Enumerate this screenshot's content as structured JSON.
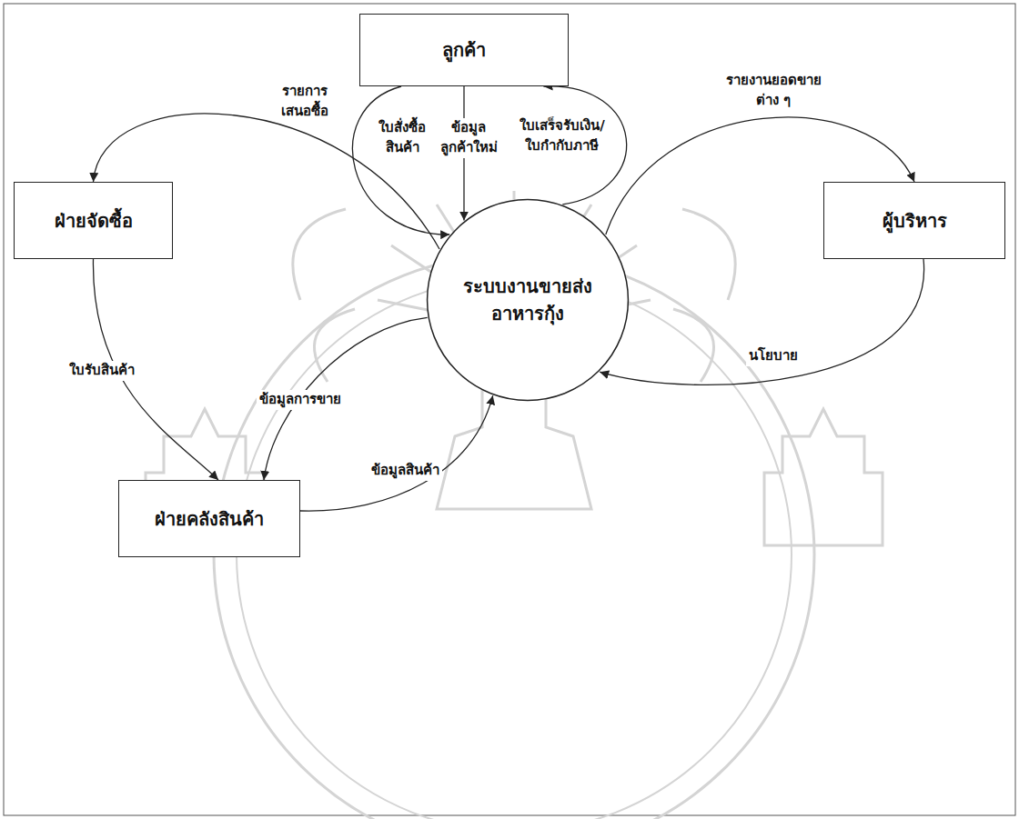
{
  "diagram": {
    "nodes": [
      {
        "text": [
          "ลูกค้า"
        ]
      },
      {
        "text": [
          "ฝ่ายจัดซื้อ"
        ]
      },
      {
        "text": [
          "ระบบงานขายส่ง อาหารกุ้ง"
        ]
      },
      {
        "text": [
          "ผู้บริหาร"
        ]
      },
      {
        "text": [
          "ฝ่ายคลังสินค้า"
        ]
      }
    ],
    "edges": [
      {
        "from": 0,
        "to": 2,
        "label": "ใบสั่งซื้อ สินค้า",
        "arrow": "to"
      },
      {
        "from": 0,
        "to": 2,
        "label": "ข้อมูล ลูกค้าใหม่",
        "arrow": "to"
      },
      {
        "from": 2,
        "to": 0,
        "label": "ใบเสร็จรับเงิน/ ใบกำกับภาษี",
        "arrow": "to"
      },
      {
        "from": 2,
        "to": 1,
        "label": "รายการ เสนอซื้อ",
        "arrow": "to"
      },
      {
        "from": 2,
        "to": 3,
        "label": "รายงานยอดขาย ต่าง ๆ",
        "arrow": "to"
      },
      {
        "from": 3,
        "to": 2,
        "label": "นโยบาย",
        "arrow": "to"
      },
      {
        "from": 1,
        "to": 4,
        "label": "ใบรับสินค้า",
        "arrow": "to"
      },
      {
        "from": 2,
        "to": 4,
        "label": "ข้อมูลการขาย",
        "arrow": "to"
      },
      {
        "from": 4,
        "to": 2,
        "label": "ข้อมูลสินค้า",
        "arrow": "to"
      }
    ]
  }
}
